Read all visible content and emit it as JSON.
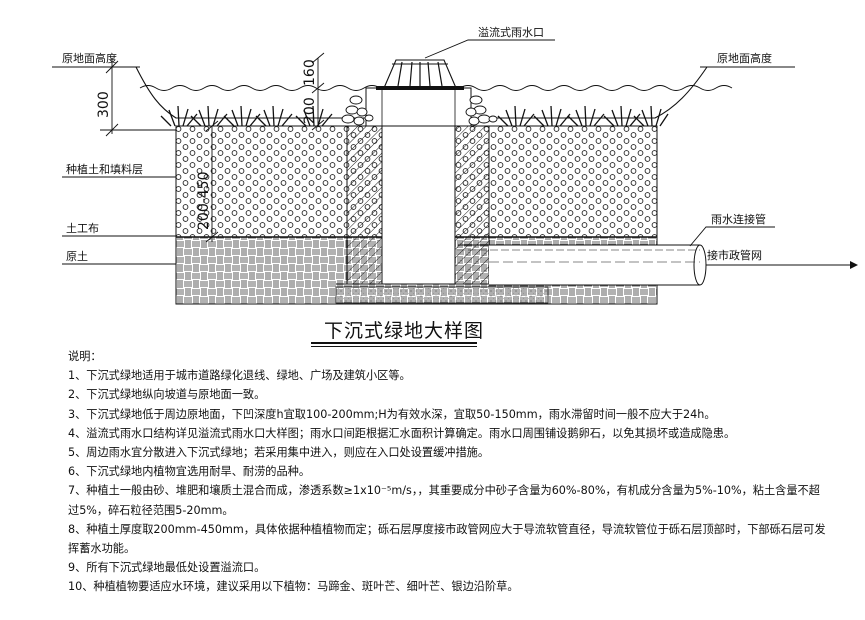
{
  "labels": {
    "overflow_inlet": "溢流式雨水口",
    "ground_left": "原地面高度",
    "ground_right": "原地面高度",
    "planting_soil": "种植土和填料层",
    "geotextile": "土工布",
    "native_soil": "原土",
    "rain_connection_pipe": "雨水连接管",
    "to_municipal": "接市政管网"
  },
  "dimensions": {
    "depth_300": "300",
    "d_200_left": "200",
    "d_160": "160",
    "d_200_450": "200-450"
  },
  "title": "下沉式绿地大样图",
  "notes": {
    "header": "说明：",
    "items": [
      "1、下沉式绿地适用于城市道路绿化退线、绿地、广场及建筑小区等。",
      "2、下沉式绿地纵向坡道与原地面一致。",
      "3、下沉式绿地低于周边原地面，下凹深度h宜取100-200mm;H为有效水深，宜取50-150mm，雨水滞留时间一般不应大于24h。",
      "4、溢流式雨水口结构详见溢流式雨水口大样图；雨水口间距根据汇水面积计算确定。雨水口周围铺设鹅卵石，以免其损坏或造成隐患。",
      "5、周边雨水宜分散进入下沉式绿地；若采用集中进入，则应在入口处设置缓冲措施。",
      "6、下沉式绿地内植物宜选用耐旱、耐涝的品种。",
      "7、种植土一般由砂、堆肥和壤质土混合而成，渗透系数≥1x10⁻⁵m/s，，其重要成分中砂子含量为60%-80%，有机成分含量为5%-10%，粘土含量不超过5%，碎石粒径范围5-20mm。",
      "8、种植土厚度取200mm-450mm，具体依据种植植物而定；砾石层厚度接市政管网应大于导流软管直径，导流软管位于砾石层顶部时，下部砾石层可发挥蓄水功能。",
      "9、所有下沉式绿地最低处设置溢流口。",
      "10、种植植物要适应水环境，建议采用以下植物：马蹄金、斑叶芒、细叶芒、银边沿阶草。"
    ]
  }
}
